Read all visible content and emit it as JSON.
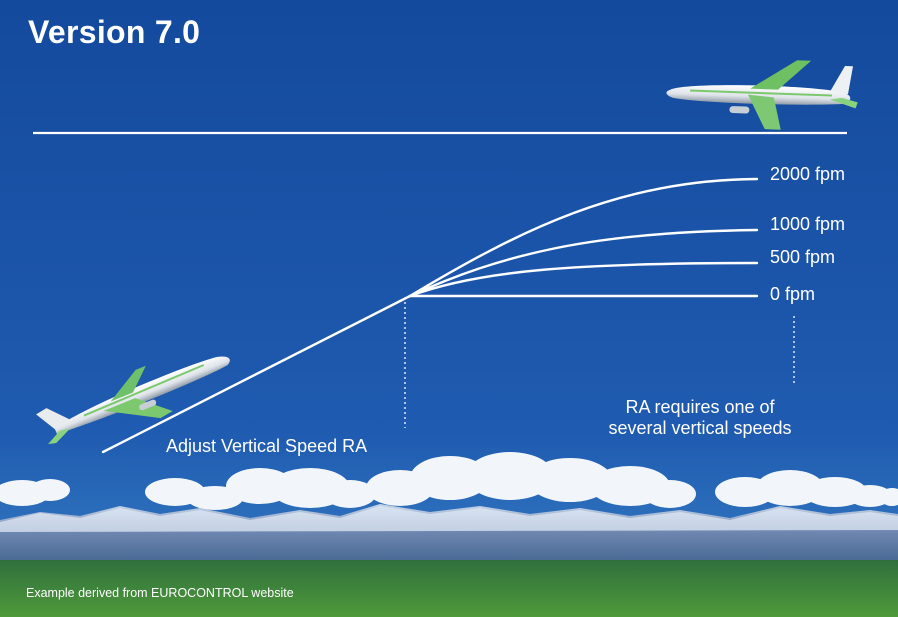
{
  "title": "Version 7.0",
  "labels": {
    "rates": [
      "2000 fpm",
      "1000 fpm",
      "500 fpm",
      "0 fpm"
    ],
    "adjust_ra": "Adjust Vertical Speed RA",
    "ra_note_line1": "RA requires one of",
    "ra_note_line2": "several vertical speeds"
  },
  "footer": "Example derived from EUROCONTROL website",
  "colors": {
    "sky_top": "#154a9e",
    "sky_bottom": "#2e76c4",
    "lines": "#ffffff",
    "aircraft_livery": "#6fcf6a"
  }
}
